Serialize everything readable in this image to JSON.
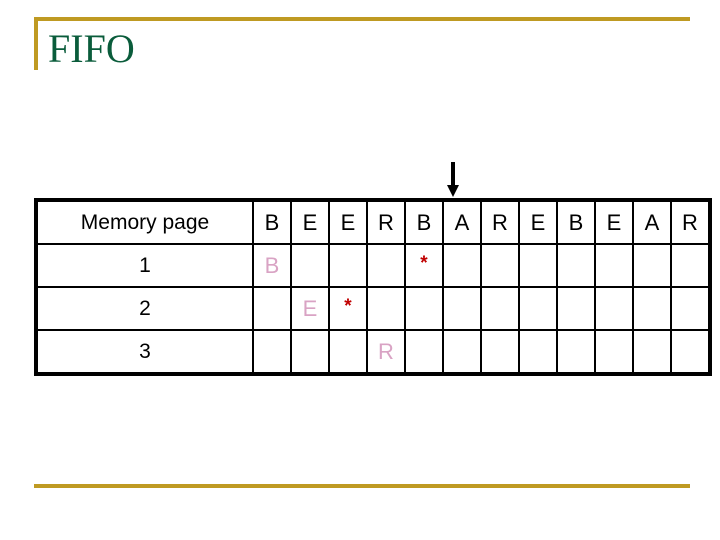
{
  "slide": {
    "title": "FIFO",
    "accent_color": "#bf9a22",
    "title_color": "#0a5c3b",
    "highlight_color": "#ffff99",
    "letter_color": "#d9a3c4",
    "fault_color": "#c00000"
  },
  "pointer": {
    "name": "down-arrow",
    "points_to_column_index": 5,
    "points_to_column_label": "A"
  },
  "table": {
    "header": {
      "label": "Memory page",
      "reference_string": [
        "B",
        "E",
        "E",
        "R",
        "B",
        "A",
        "R",
        "E",
        "B",
        "E",
        "A",
        "R"
      ]
    },
    "rows": [
      {
        "label": "1",
        "cells": [
          {
            "text": "B",
            "kind": "letter",
            "highlight": true
          },
          {
            "text": "",
            "kind": "blank",
            "highlight": true
          },
          {
            "text": "",
            "kind": "blank",
            "highlight": true
          },
          {
            "text": "",
            "kind": "blank",
            "highlight": true
          },
          {
            "text": "*",
            "kind": "fault",
            "highlight": true
          },
          {
            "text": "",
            "kind": "blank",
            "highlight": false
          },
          {
            "text": "",
            "kind": "blank",
            "highlight": false
          },
          {
            "text": "",
            "kind": "blank",
            "highlight": false
          },
          {
            "text": "",
            "kind": "blank",
            "highlight": false
          },
          {
            "text": "",
            "kind": "blank",
            "highlight": false
          },
          {
            "text": "",
            "kind": "blank",
            "highlight": false
          },
          {
            "text": "",
            "kind": "blank",
            "highlight": false
          }
        ]
      },
      {
        "label": "2",
        "cells": [
          {
            "text": "",
            "kind": "blank",
            "highlight": false
          },
          {
            "text": "E",
            "kind": "letter",
            "highlight": true
          },
          {
            "text": "*",
            "kind": "fault",
            "highlight": true
          },
          {
            "text": "",
            "kind": "blank",
            "highlight": true
          },
          {
            "text": "",
            "kind": "blank",
            "highlight": true
          },
          {
            "text": "",
            "kind": "blank",
            "highlight": false
          },
          {
            "text": "",
            "kind": "blank",
            "highlight": false
          },
          {
            "text": "",
            "kind": "blank",
            "highlight": false
          },
          {
            "text": "",
            "kind": "blank",
            "highlight": false
          },
          {
            "text": "",
            "kind": "blank",
            "highlight": false
          },
          {
            "text": "",
            "kind": "blank",
            "highlight": false
          },
          {
            "text": "",
            "kind": "blank",
            "highlight": false
          }
        ]
      },
      {
        "label": "3",
        "cells": [
          {
            "text": "",
            "kind": "blank",
            "highlight": false
          },
          {
            "text": "",
            "kind": "blank",
            "highlight": false
          },
          {
            "text": "",
            "kind": "blank",
            "highlight": false
          },
          {
            "text": "R",
            "kind": "letter",
            "highlight": true
          },
          {
            "text": "",
            "kind": "blank",
            "highlight": true
          },
          {
            "text": "",
            "kind": "blank",
            "highlight": false
          },
          {
            "text": "",
            "kind": "blank",
            "highlight": false
          },
          {
            "text": "",
            "kind": "blank",
            "highlight": false
          },
          {
            "text": "",
            "kind": "blank",
            "highlight": false
          },
          {
            "text": "",
            "kind": "blank",
            "highlight": false
          },
          {
            "text": "",
            "kind": "blank",
            "highlight": false
          },
          {
            "text": "",
            "kind": "blank",
            "highlight": false
          }
        ]
      }
    ]
  }
}
